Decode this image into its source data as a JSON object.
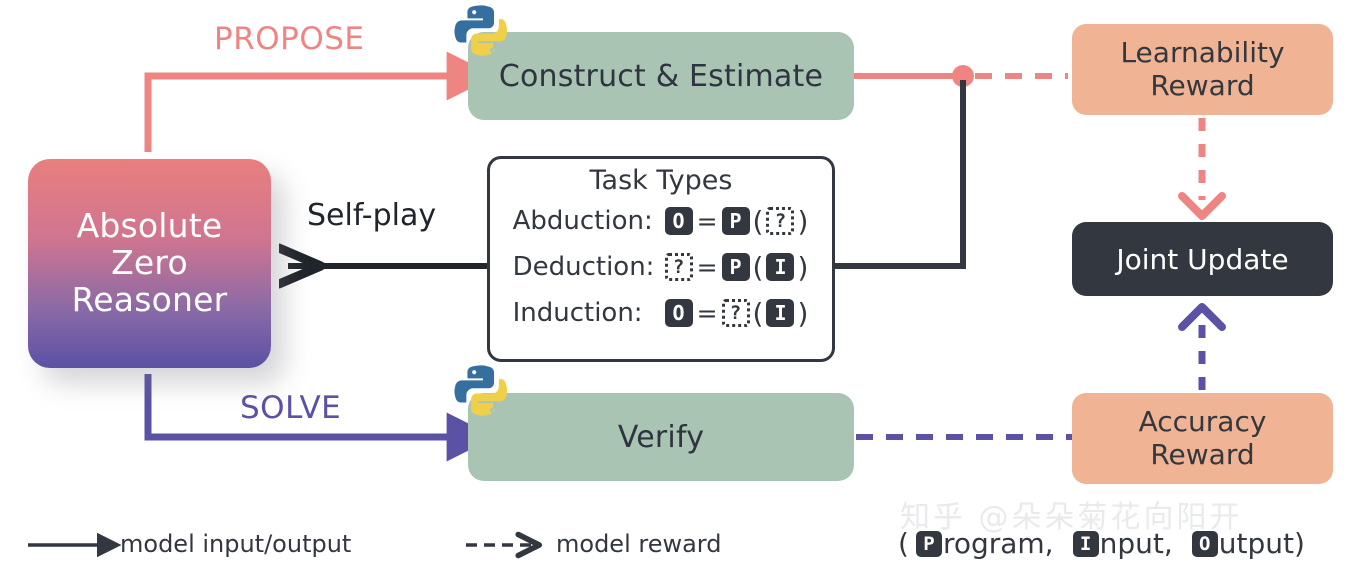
{
  "diagram": {
    "title": "Absolute Zero Reasoner self-play loop",
    "colors": {
      "propose": "#ee8583",
      "solve": "#5b51a5",
      "green_box": "#a9c4b2",
      "orange_box": "#f0b495",
      "dark": "#33373f",
      "reasoner_top": "#e87f7e",
      "reasoner_bottom": "#5b51a5"
    },
    "reasoner": {
      "label": "Absolute\nZero\nReasoner",
      "line1": "Absolute",
      "line2": "Zero",
      "line3": "Reasoner"
    },
    "construct": {
      "label": "Construct & Estimate"
    },
    "verify": {
      "label": "Verify"
    },
    "learnability_reward": {
      "line1": "Learnability",
      "line2": "Reward"
    },
    "accuracy_reward": {
      "line1": "Accuracy",
      "line2": "Reward"
    },
    "joint_update": {
      "label": "Joint Update"
    },
    "edges": {
      "propose": "PROPOSE",
      "solve": "SOLVE",
      "selfplay": "Self-play"
    },
    "task_types": {
      "title": "Task Types",
      "rows": [
        {
          "name": "Abduction:",
          "lhs": "O",
          "lhs_kind": "token",
          "fn": "P",
          "fn_kind": "token",
          "arg": "?",
          "arg_kind": "unknown"
        },
        {
          "name": "Deduction:",
          "lhs": "?",
          "lhs_kind": "unknown",
          "fn": "P",
          "fn_kind": "token",
          "arg": "I",
          "arg_kind": "token"
        },
        {
          "name": "Induction:",
          "lhs": "O",
          "lhs_kind": "token",
          "fn": "?",
          "fn_kind": "unknown",
          "arg": "I",
          "arg_kind": "token"
        }
      ],
      "equals": "=",
      "open_paren": "(",
      "close_paren": ")"
    },
    "legend": {
      "solid_label": "model input/output",
      "dashed_label": "model reward",
      "pio": {
        "open": "(",
        "program_token": "P",
        "program_rest": "rogram,",
        "input_token": "I",
        "input_rest": "nput,",
        "output_token": "O",
        "output_rest": "utput)"
      }
    },
    "watermark": "知乎 @朵朵菊花向阳开",
    "icons": {
      "python": "python-logo"
    }
  }
}
